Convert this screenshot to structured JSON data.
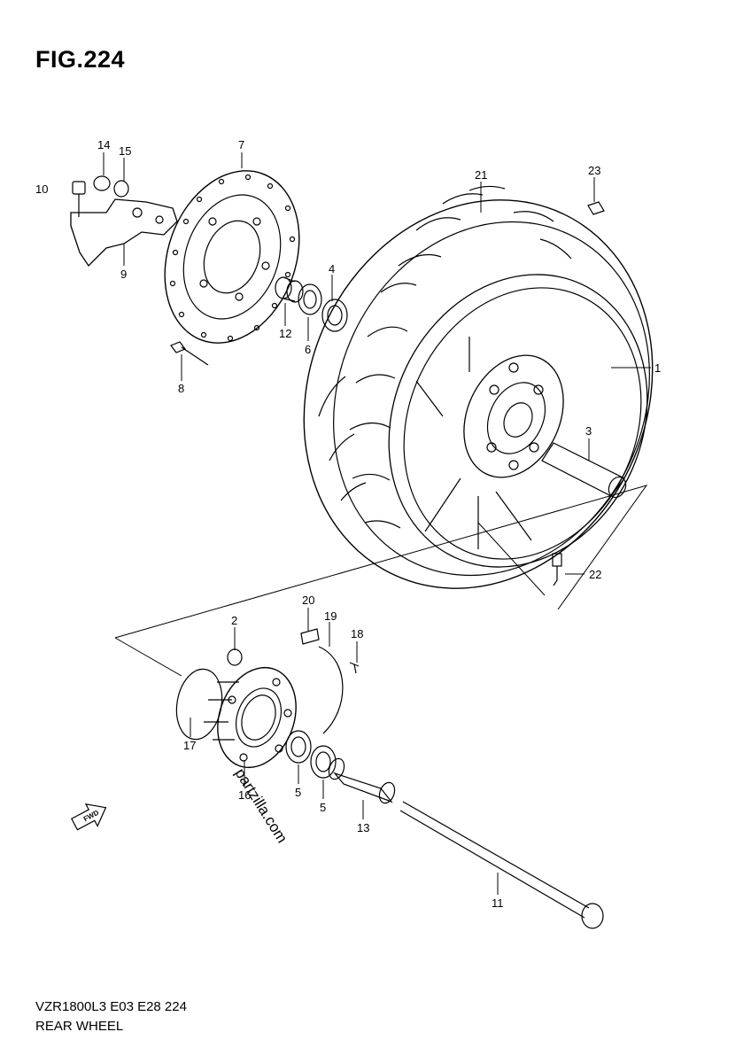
{
  "figure": {
    "title": "FIG.224"
  },
  "footer": {
    "model_line": "VZR1800L3  E03  E28  224",
    "section_name": "REAR WHEEL"
  },
  "watermark": "partzilla.com",
  "direction_label": "FWD",
  "callouts": [
    {
      "num": "1"
    },
    {
      "num": "2"
    },
    {
      "num": "3"
    },
    {
      "num": "4"
    },
    {
      "num": "5"
    },
    {
      "num": "5"
    },
    {
      "num": "6"
    },
    {
      "num": "7"
    },
    {
      "num": "8"
    },
    {
      "num": "9"
    },
    {
      "num": "10"
    },
    {
      "num": "11"
    },
    {
      "num": "12"
    },
    {
      "num": "13"
    },
    {
      "num": "14"
    },
    {
      "num": "15"
    },
    {
      "num": "16"
    },
    {
      "num": "17"
    },
    {
      "num": "18"
    },
    {
      "num": "19"
    },
    {
      "num": "20"
    },
    {
      "num": "21"
    },
    {
      "num": "22"
    },
    {
      "num": "23"
    }
  ]
}
